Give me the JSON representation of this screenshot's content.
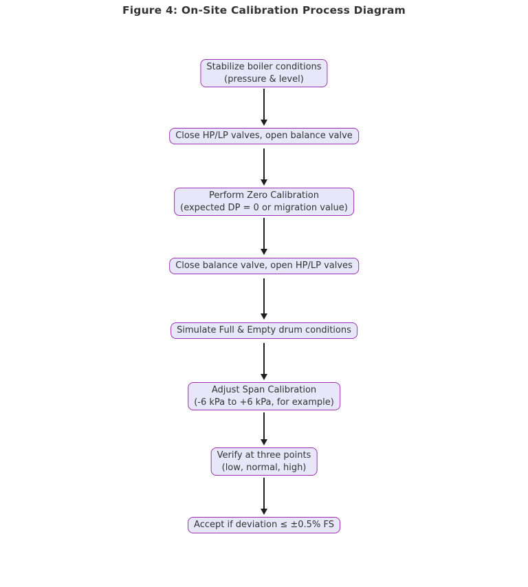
{
  "title": "Figure 4: On-Site Calibration Process Diagram",
  "diagram": {
    "type": "flowchart",
    "direction": "top-down",
    "colors": {
      "background": "#ffffff",
      "node_fill": "#e8e7f9",
      "node_border": "#9d2db3",
      "node_text": "#333333",
      "arrow": "#1f1f1f",
      "title_text": "#333333"
    },
    "nodes": [
      {
        "step": 1,
        "lines": [
          "Stabilize boiler conditions",
          "(pressure & level)"
        ]
      },
      {
        "step": 2,
        "lines": [
          "Close HP/LP valves, open balance valve"
        ]
      },
      {
        "step": 3,
        "lines": [
          "Perform Zero Calibration",
          "(expected DP = 0 or migration value)"
        ]
      },
      {
        "step": 4,
        "lines": [
          "Close balance valve, open HP/LP valves"
        ]
      },
      {
        "step": 5,
        "lines": [
          "Simulate Full & Empty drum conditions"
        ]
      },
      {
        "step": 6,
        "lines": [
          "Adjust Span Calibration",
          "(-6 kPa to +6 kPa, for example)"
        ]
      },
      {
        "step": 7,
        "lines": [
          "Verify at three points",
          "(low, normal, high)"
        ]
      },
      {
        "step": 8,
        "lines": [
          "Accept if deviation ≤ ±0.5% FS"
        ]
      }
    ],
    "edges": [
      {
        "from": 1,
        "to": 2
      },
      {
        "from": 2,
        "to": 3
      },
      {
        "from": 3,
        "to": 4
      },
      {
        "from": 4,
        "to": 5
      },
      {
        "from": 5,
        "to": 6
      },
      {
        "from": 6,
        "to": 7
      },
      {
        "from": 7,
        "to": 8
      }
    ]
  }
}
